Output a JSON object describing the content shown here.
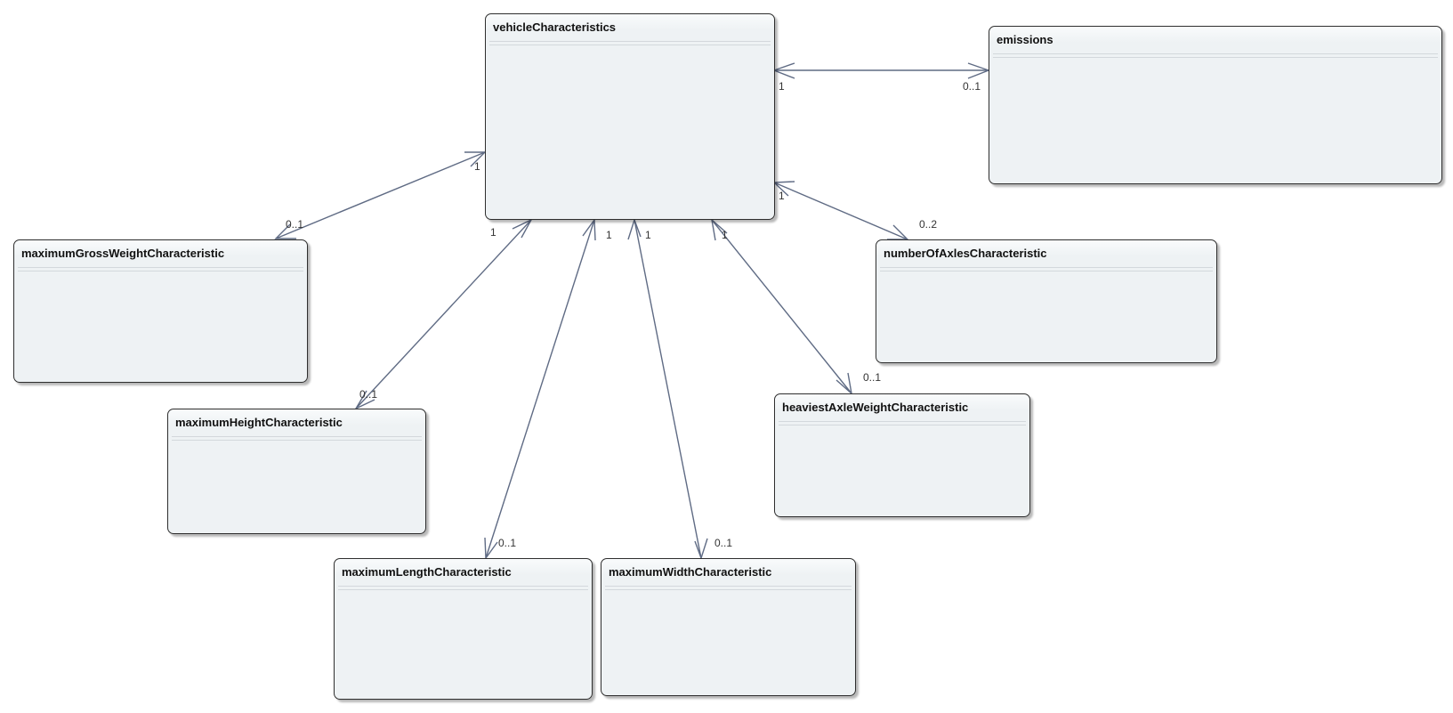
{
  "classes": {
    "vehicleCharacteristics": "vehicleCharacteristics",
    "emissions": "emissions",
    "maximumGrossWeightCharacteristic": "maximumGrossWeightCharacteristic",
    "numberOfAxlesCharacteristic": "numberOfAxlesCharacteristic",
    "maximumHeightCharacteristic": "maximumHeightCharacteristic",
    "heaviestAxleWeightCharacteristic": "heaviestAxleWeightCharacteristic",
    "maximumLengthCharacteristic": "maximumLengthCharacteristic",
    "maximumWidthCharacteristic": "maximumWidthCharacteristic"
  },
  "associations": [
    {
      "from": "vehicleCharacteristics",
      "to": "emissions",
      "source_multiplicity": "1",
      "target_multiplicity": "0..1"
    },
    {
      "from": "vehicleCharacteristics",
      "to": "maximumGrossWeightCharacteristic",
      "source_multiplicity": "1",
      "target_multiplicity": "0..1"
    },
    {
      "from": "vehicleCharacteristics",
      "to": "numberOfAxlesCharacteristic",
      "source_multiplicity": "1",
      "target_multiplicity": "0..2"
    },
    {
      "from": "vehicleCharacteristics",
      "to": "maximumHeightCharacteristic",
      "source_multiplicity": "1",
      "target_multiplicity": "0..1"
    },
    {
      "from": "vehicleCharacteristics",
      "to": "maximumLengthCharacteristic",
      "source_multiplicity": "1",
      "target_multiplicity": "0..1"
    },
    {
      "from": "vehicleCharacteristics",
      "to": "maximumWidthCharacteristic",
      "source_multiplicity": "1",
      "target_multiplicity": "0..1"
    },
    {
      "from": "vehicleCharacteristics",
      "to": "heaviestAxleWeightCharacteristic",
      "source_multiplicity": "1",
      "target_multiplicity": "0..1"
    }
  ]
}
